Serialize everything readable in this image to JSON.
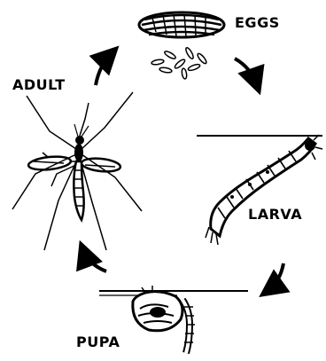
{
  "stages": {
    "eggs": {
      "label": "EGGS",
      "icon": "egg-raft-icon"
    },
    "larva": {
      "label": "LARVA",
      "icon": "larva-icon"
    },
    "pupa": {
      "label": "PUPA",
      "icon": "pupa-icon"
    },
    "adult": {
      "label": "ADULT",
      "icon": "mosquito-icon"
    }
  },
  "cycle_order": [
    "eggs",
    "larva",
    "pupa",
    "adult"
  ],
  "colors": {
    "ink": "#000000",
    "background": "#ffffff"
  }
}
